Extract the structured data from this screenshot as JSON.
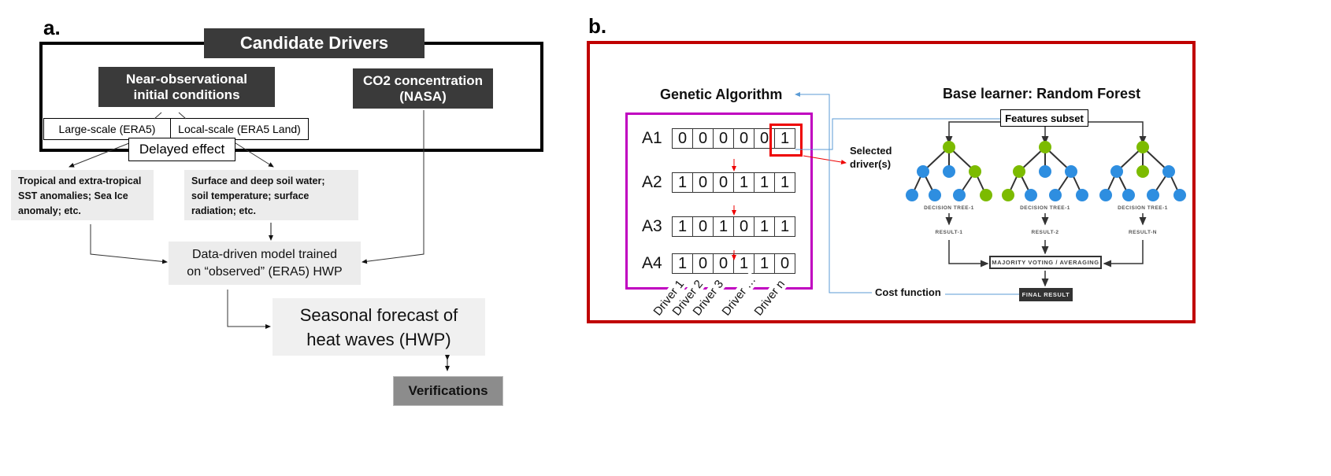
{
  "panel_a": {
    "label": "a.",
    "title": "Candidate Drivers",
    "near_obs": {
      "line1": "Near-observational",
      "line2": "initial conditions"
    },
    "co2": {
      "line1": "CO2 concentration",
      "line2": "(NASA)"
    },
    "large_scale": "Large-scale (ERA5)",
    "local_scale": "Local-scale (ERA5 Land)",
    "delayed_effect": "Delayed effect",
    "tropical_box": {
      "line1": "Tropical and extra-tropical",
      "line2": "SST anomalies; Sea Ice",
      "line3": "anomaly; etc."
    },
    "soil_box": {
      "line1": "Surface and deep soil water;",
      "line2": "soil temperature; surface",
      "line3": "radiation; etc."
    },
    "model_box": {
      "line1": "Data-driven model trained",
      "line2": "on “observed” (ERA5) HWP"
    },
    "forecast_box": {
      "line1": "Seasonal forecast of",
      "line2": "heat waves (HWP)"
    },
    "verifications": "Verifications"
  },
  "panel_b": {
    "label": "b.",
    "ga_title": "Genetic Algorithm",
    "rf_title": "Base learner: Random Forest",
    "features_subset": "Features subset",
    "selected_drivers": {
      "line1": "Selected",
      "line2": "driver(s)"
    },
    "cost_function": "Cost function",
    "chromosomes": [
      {
        "label": "A1",
        "genes": [
          "0",
          "0",
          "0",
          "0",
          "0",
          "1"
        ]
      },
      {
        "label": "A2",
        "genes": [
          "1",
          "0",
          "0",
          "1",
          "1",
          "1"
        ]
      },
      {
        "label": "A3",
        "genes": [
          "1",
          "0",
          "1",
          "0",
          "1",
          "1"
        ]
      },
      {
        "label": "A4",
        "genes": [
          "1",
          "0",
          "0",
          "1",
          "1",
          "0"
        ]
      }
    ],
    "driver_labels": [
      "Driver 1",
      "Driver 2",
      "Driver 3",
      "Driver …",
      "Driver n"
    ],
    "trees": [
      {
        "caption": "DECISION TREE-1",
        "result": "RESULT-1"
      },
      {
        "caption": "DECISION TREE-1",
        "result": "RESULT-2"
      },
      {
        "caption": "DECISION TREE-1",
        "result": "RESULT-N"
      }
    ],
    "majority_voting": "MAJORITY VOTING / AVERAGING",
    "final_result": "FINAL RESULT",
    "colors": {
      "frame": "#c00000",
      "ga_box": "#c000c0",
      "highlight": "#ee0000",
      "feedback": "#5b9bd5",
      "node_blue": "#2e8ee0",
      "node_green": "#7cbb00"
    }
  }
}
